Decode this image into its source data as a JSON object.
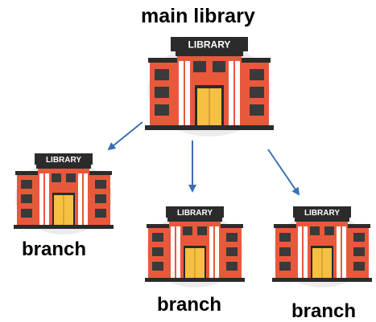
{
  "diagram": {
    "main": {
      "label": "main library",
      "sign": "LIBRARY"
    },
    "branches": [
      {
        "label": "branch",
        "sign": "LIBRARY"
      },
      {
        "label": "branch",
        "sign": "LIBRARY"
      },
      {
        "label": "branch",
        "sign": "LIBRARY"
      }
    ]
  },
  "colors": {
    "brick": "#e8593c",
    "pillar": "#ffffff",
    "sign": "#2b2b2b",
    "window": "#3a3a3a",
    "door": "#f6c042",
    "shadow": "#ececec",
    "arrow": "#3a6fb5"
  }
}
